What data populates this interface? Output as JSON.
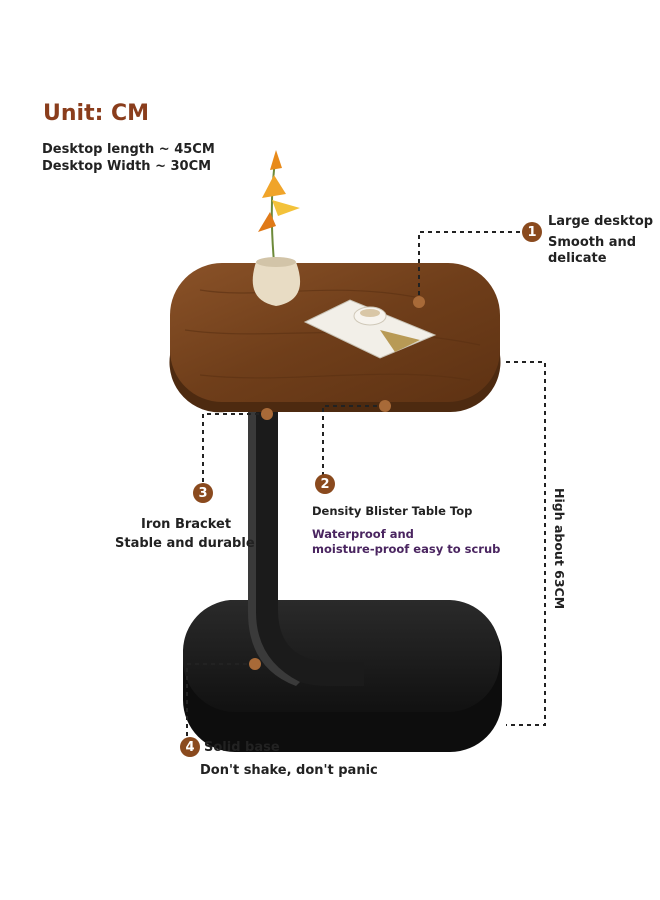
{
  "unit": "Unit: CM",
  "dimensions": {
    "length": "Desktop length ~ 45CM",
    "width": "Desktop Width ~ 30CM"
  },
  "features": [
    {
      "number": "1",
      "title": "Large desktop",
      "desc_line1": "Smooth and",
      "desc_line2": "delicate"
    },
    {
      "number": "2",
      "title": "Density Blister Table Top",
      "desc_line1": "Waterproof and",
      "desc_line2": "moisture-proof easy to scrub"
    },
    {
      "number": "3",
      "title": "Iron Bracket",
      "desc_line1": "Stable and durable"
    },
    {
      "number": "4",
      "title": "Solid base",
      "desc_line1": "Don't shake, don't panic"
    }
  ],
  "height_label": "High about 63CM",
  "colors": {
    "title": "#8a3d1c",
    "badge": "#8a4a1e",
    "wood": "#7a4520",
    "metal": "#1c1c1c",
    "accent_text": "#4a2560"
  }
}
